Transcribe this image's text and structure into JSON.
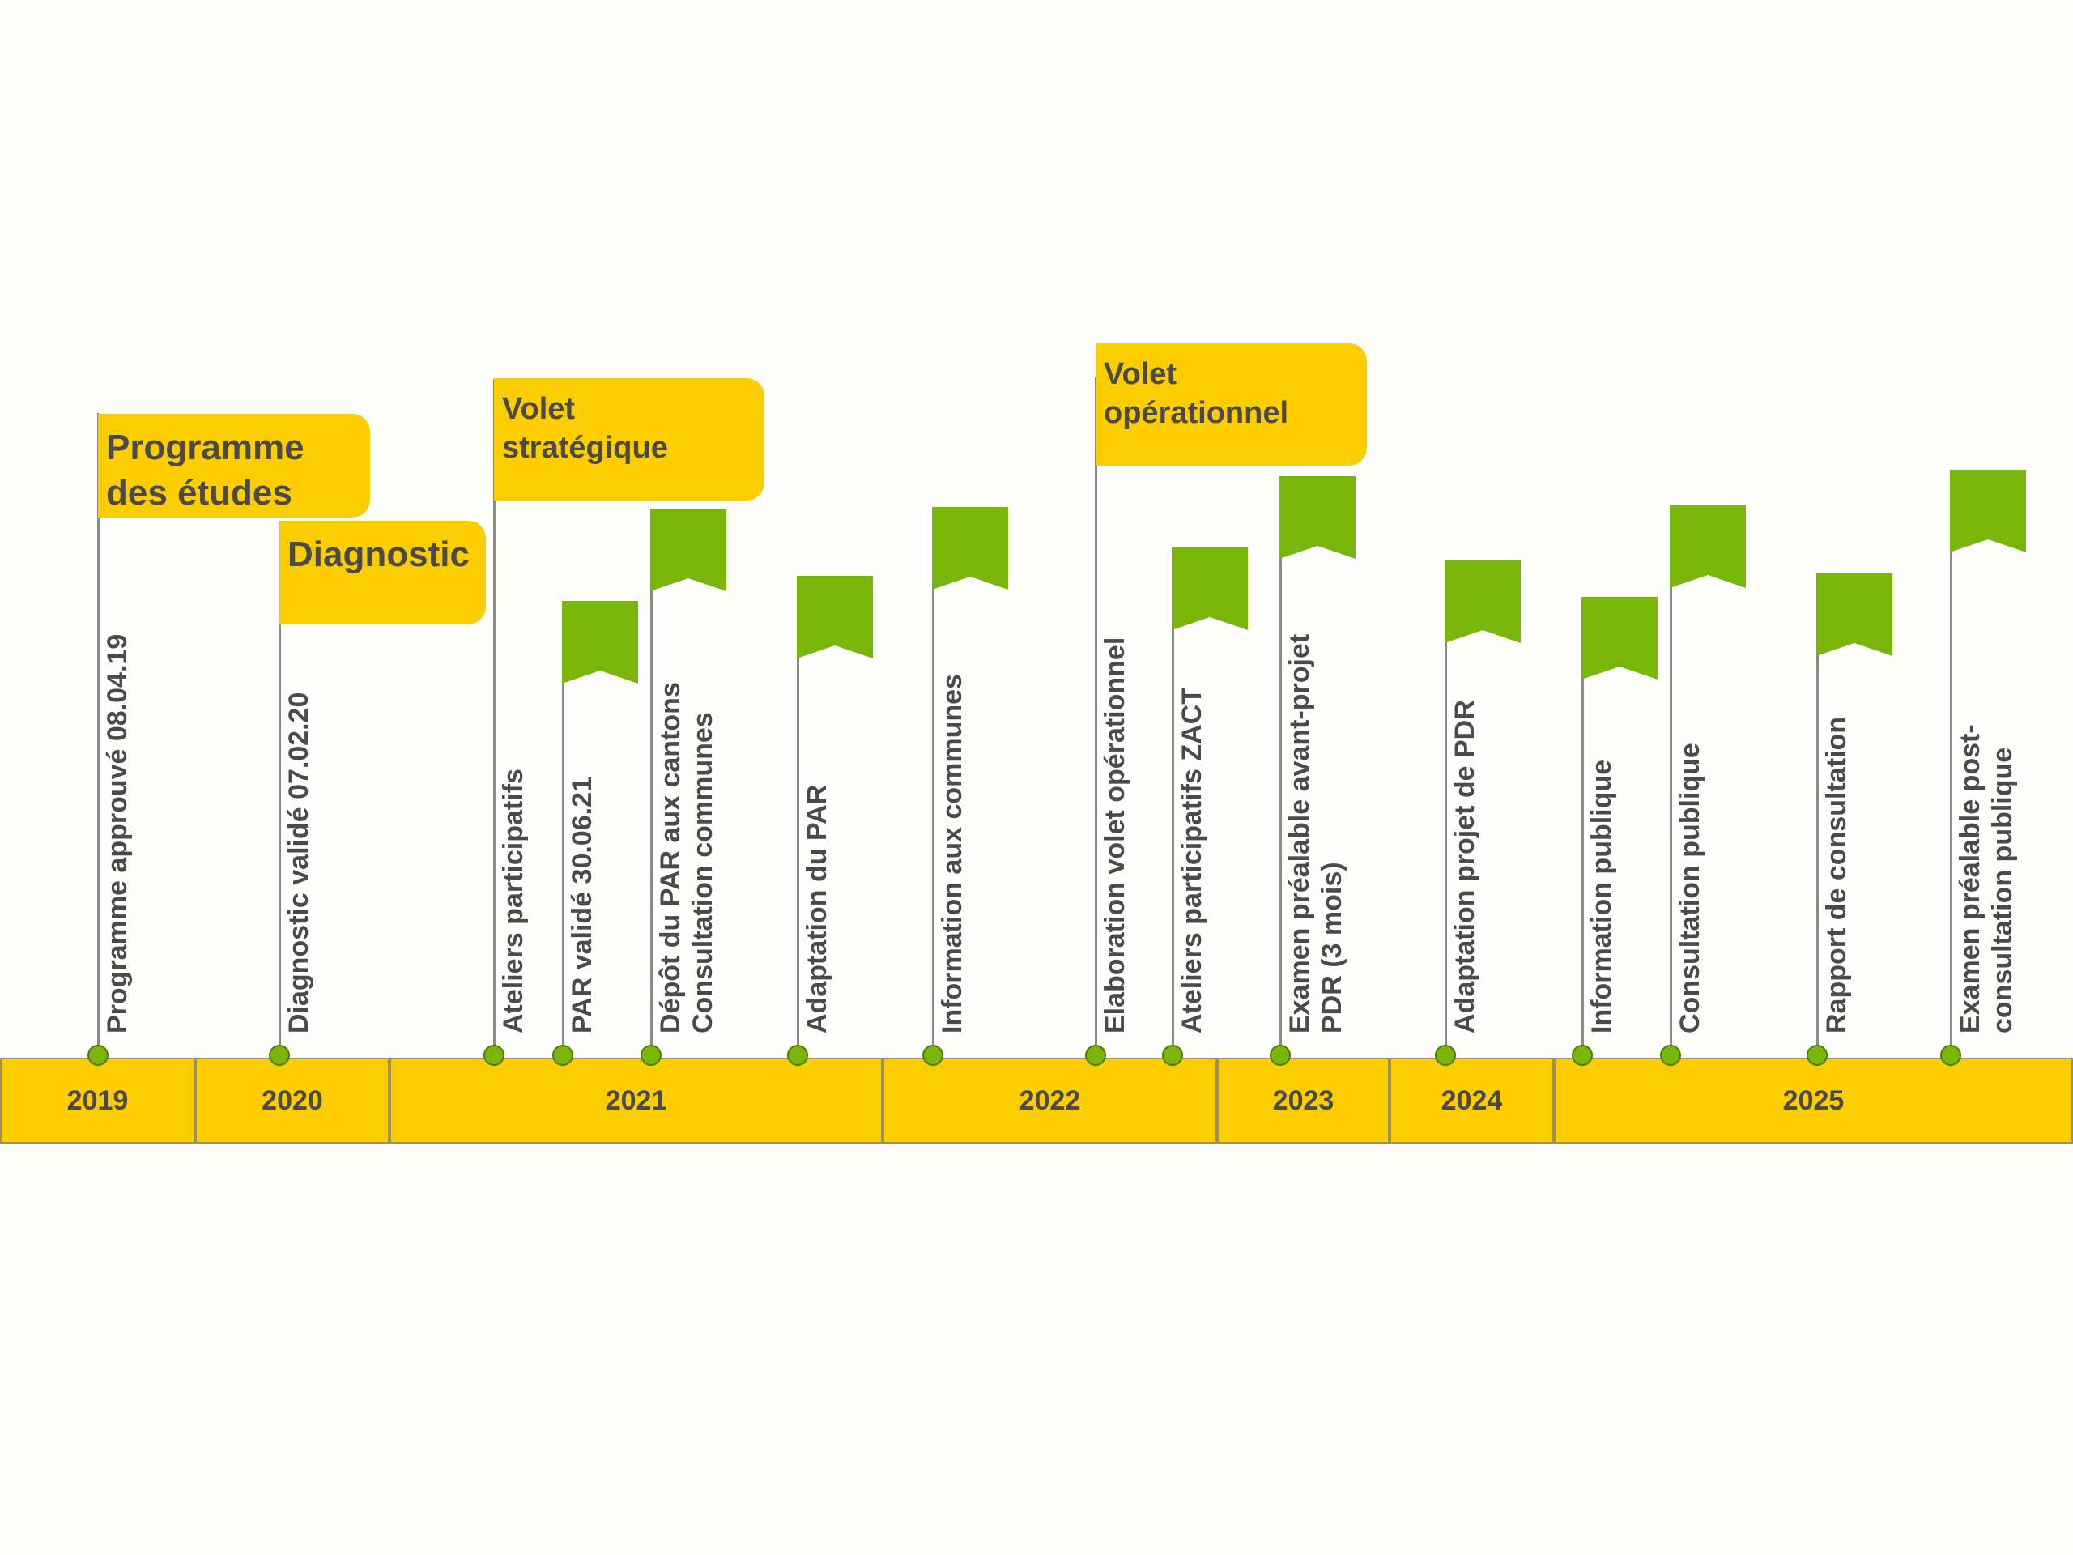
{
  "years": [
    "2019",
    "2020",
    "2021",
    "2022",
    "2023",
    "2024",
    "2025"
  ],
  "phases": [
    {
      "lines": [
        "Programme",
        "des études"
      ]
    },
    {
      "lines": [
        "Diagnostic"
      ]
    },
    {
      "lines": [
        "Volet",
        "stratégique"
      ]
    },
    {
      "lines": [
        "Volet",
        "opérationnel"
      ]
    }
  ],
  "milestones": [
    {
      "lines": [
        "Programme approuvé 08.04.19"
      ],
      "marker": "phase-banner"
    },
    {
      "lines": [
        "Diagnostic validé 07.02.20"
      ],
      "marker": "phase-banner"
    },
    {
      "lines": [
        "Ateliers participatifs"
      ],
      "marker": "phase-banner"
    },
    {
      "lines": [
        "PAR validé 30.06.21"
      ],
      "marker": "flag-icon"
    },
    {
      "lines": [
        "Dépôt du PAR  aux cantons",
        "Consultation communes"
      ],
      "marker": "flag-icon"
    },
    {
      "lines": [
        "Adaptation du PAR"
      ],
      "marker": "flag-icon"
    },
    {
      "lines": [
        "Information aux communes"
      ],
      "marker": "flag-icon"
    },
    {
      "lines": [
        "Elaboration volet opérationnel"
      ],
      "marker": "phase-banner"
    },
    {
      "lines": [
        "Ateliers participatifs ZACT"
      ],
      "marker": "flag-icon"
    },
    {
      "lines": [
        "Examen préalable avant-projet",
        "PDR (3 mois)"
      ],
      "marker": "flag-icon"
    },
    {
      "lines": [
        "Adaptation projet de PDR"
      ],
      "marker": "flag-icon"
    },
    {
      "lines": [
        "Information publique"
      ],
      "marker": "flag-icon"
    },
    {
      "lines": [
        "Consultation publique"
      ],
      "marker": "flag-icon"
    },
    {
      "lines": [
        "Rapport de consultation"
      ],
      "marker": "flag-icon"
    },
    {
      "lines": [
        "Examen préalable post-",
        "consultation publique"
      ],
      "marker": "flag-icon"
    }
  ],
  "colors": {
    "timeline": "#fccd00",
    "flag": "#79b60a",
    "text": "#4a4a4a",
    "pole": "#8a8a8a"
  }
}
